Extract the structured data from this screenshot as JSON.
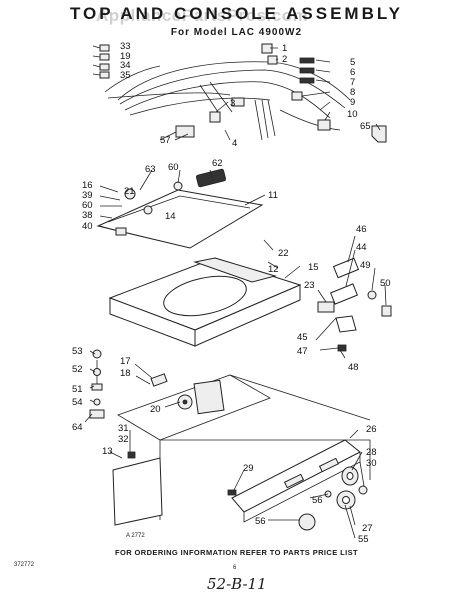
{
  "header": {
    "title": "TOP AND CONSOLE ASSEMBLY",
    "subtitle": "For Model LAC 4900W2",
    "watermark": "AppliancePartsPros.com"
  },
  "callouts": [
    {
      "id": "c1",
      "label": "1"
    },
    {
      "id": "c2",
      "label": "2"
    },
    {
      "id": "c3",
      "label": "3"
    },
    {
      "id": "c4",
      "label": "4"
    },
    {
      "id": "c5",
      "label": "5"
    },
    {
      "id": "c6",
      "label": "6"
    },
    {
      "id": "c7",
      "label": "7"
    },
    {
      "id": "c8",
      "label": "8"
    },
    {
      "id": "c9",
      "label": "9"
    },
    {
      "id": "c10",
      "label": "10"
    },
    {
      "id": "c11",
      "label": "11"
    },
    {
      "id": "c12",
      "label": "12"
    },
    {
      "id": "c13",
      "label": "13"
    },
    {
      "id": "c14",
      "label": "14"
    },
    {
      "id": "c15",
      "label": "15"
    },
    {
      "id": "c16",
      "label": "16"
    },
    {
      "id": "c17",
      "label": "17"
    },
    {
      "id": "c18",
      "label": "18"
    },
    {
      "id": "c19",
      "label": "19"
    },
    {
      "id": "c20",
      "label": "20"
    },
    {
      "id": "c21",
      "label": "21"
    },
    {
      "id": "c22",
      "label": "22"
    },
    {
      "id": "c23",
      "label": "23"
    },
    {
      "id": "c26",
      "label": "26"
    },
    {
      "id": "c27",
      "label": "27"
    },
    {
      "id": "c28",
      "label": "28"
    },
    {
      "id": "c29",
      "label": "29"
    },
    {
      "id": "c30",
      "label": "30"
    },
    {
      "id": "c31",
      "label": "31"
    },
    {
      "id": "c32",
      "label": "32"
    },
    {
      "id": "c33",
      "label": "33"
    },
    {
      "id": "c34",
      "label": "34"
    },
    {
      "id": "c35",
      "label": "35"
    },
    {
      "id": "c38",
      "label": "38"
    },
    {
      "id": "c39",
      "label": "39"
    },
    {
      "id": "c40",
      "label": "40"
    },
    {
      "id": "c44",
      "label": "44"
    },
    {
      "id": "c45",
      "label": "45"
    },
    {
      "id": "c46",
      "label": "46"
    },
    {
      "id": "c47",
      "label": "47"
    },
    {
      "id": "c48",
      "label": "48"
    },
    {
      "id": "c49",
      "label": "49"
    },
    {
      "id": "c50",
      "label": "50"
    },
    {
      "id": "c51",
      "label": "51"
    },
    {
      "id": "c52",
      "label": "52"
    },
    {
      "id": "c53",
      "label": "53"
    },
    {
      "id": "c54",
      "label": "54"
    },
    {
      "id": "c55",
      "label": "55"
    },
    {
      "id": "c56a",
      "label": "56"
    },
    {
      "id": "c56b",
      "label": "56"
    },
    {
      "id": "c57",
      "label": "57"
    },
    {
      "id": "c60a",
      "label": "60"
    },
    {
      "id": "c60b",
      "label": "60"
    },
    {
      "id": "c62",
      "label": "62"
    },
    {
      "id": "c63",
      "label": "63"
    },
    {
      "id": "c64",
      "label": "64"
    },
    {
      "id": "c65",
      "label": "65"
    }
  ],
  "footer": {
    "ordering_note": "FOR ORDERING INFORMATION REFER TO PARTS PRICE LIST",
    "doc_code": "372772",
    "page_number": "6",
    "figure_code": "A 2772",
    "handwritten_note": "52-B-11"
  }
}
